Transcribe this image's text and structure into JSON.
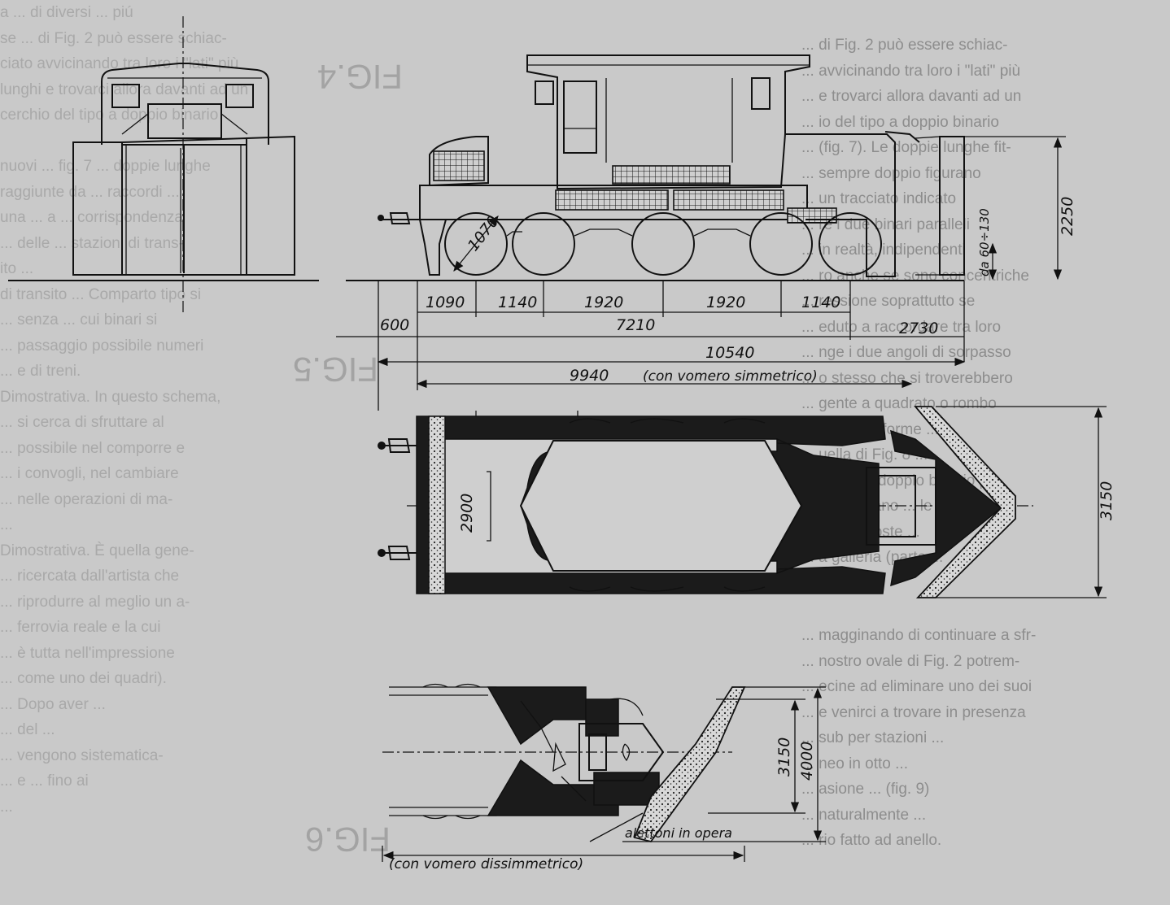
{
  "background_text": {
    "left_column": [
      "a ... di diversi ... piú",
      "se ... di Fig. 2 può essere schiac-",
      "ciato avvicinando tra loro i \"lati\" più",
      "lunghi e trovarci allora davanti ad un",
      "cerchio del tipo a doppio binario",
      "",
      "nuovi ... fig. 7 ... doppie lunghe",
      "raggiunte da ... raccordi ...",
      "una ... a ... corrispondenza",
      "... delle ... stazioni di trans-",
      "ito ... ",
      "di transito ... Comparto tipo si",
      "... senza ... cui binari si",
      "... passaggio possibile numeri",
      "... e di treni.",
      "Dimostrativa. In questo schema,",
      "... si cerca di sfruttare al",
      "... possibile nel comporre e",
      "... i convogli, nel cambiare",
      "... nelle operazioni di ma-",
      "... ",
      "Dimostrativa. È quella gene-",
      "... ricercata dall'artista che",
      "... riprodurre al meglio un a-",
      "... ferrovia reale e la cui",
      "... è tutta nell'impressione",
      "... come uno dei quadri).",
      "... Dopo aver ...",
      "... del ... ",
      "... vengono sistematica-",
      "... e ... fino ai",
      "..."
    ],
    "right_column_top": [
      "... di Fig. 2 può essere schiac-",
      "... avvicinando tra loro i \"lati\" più",
      "... e trovarci allora davanti ad un",
      "... io del tipo a doppio binario",
      "... (fig. 7). Le doppie lunghe fit-",
      "... sempre doppio figurano",
      "... un tracciato indicato",
      "... re i due binari paralleli",
      "... in realtà, indipendenti",
      "... ro anche se sono concentriche",
      "... ressione soprattutto se",
      "... eduto a raccordare tra loro",
      "... nge i due angoli di sorpasso",
      "... o stesso che si troverebbero",
      "... gente a quadrato o rombo",
      "... che altre forme ...",
      "... uella di Fig. 8 ...",
      "... ome del doppio binario più",
      "... olle trovano ... le",
      "... sovrapposte ... ",
      "... a galleria (parte ..."
    ],
    "right_column_bottom": [
      "... magginando di continuare a sfr-",
      "... nostro ovale di Fig. 2 potrem-",
      "... ecine ad eliminare uno dei suoi",
      "... e venirci a trovare in presenza",
      "... sub per stazioni ...",
      "... neo in otto ... ",
      "... asione ... (fig. 9)",
      "... naturalmente ... ",
      "... rio fatto ad anello."
    ],
    "fig_labels": [
      "FIG.4",
      "FIG.5",
      "FIG.6"
    ]
  },
  "drawing": {
    "side_view_dims": {
      "wheel_diameter": "1070",
      "buffer_height": "da 60÷130",
      "height": "2250",
      "axle_spacings": [
        "1090",
        "1140",
        "1920",
        "1920",
        "1140"
      ],
      "overhang_front": "600",
      "wheelbase": "7210",
      "plough_length": "2730",
      "total_length": "10540",
      "length_symmetric": "9940",
      "length_symmetric_note": "(con vomero simmetrico)"
    },
    "plan_view_dims": {
      "frame_width": "2900",
      "plough_width": "3150"
    },
    "asym_plough_dims": {
      "width_closed": "3150",
      "width_open": "4000",
      "wings_label": "alettoni in opera",
      "caption": "(con vomero dissimmetrico)"
    }
  }
}
